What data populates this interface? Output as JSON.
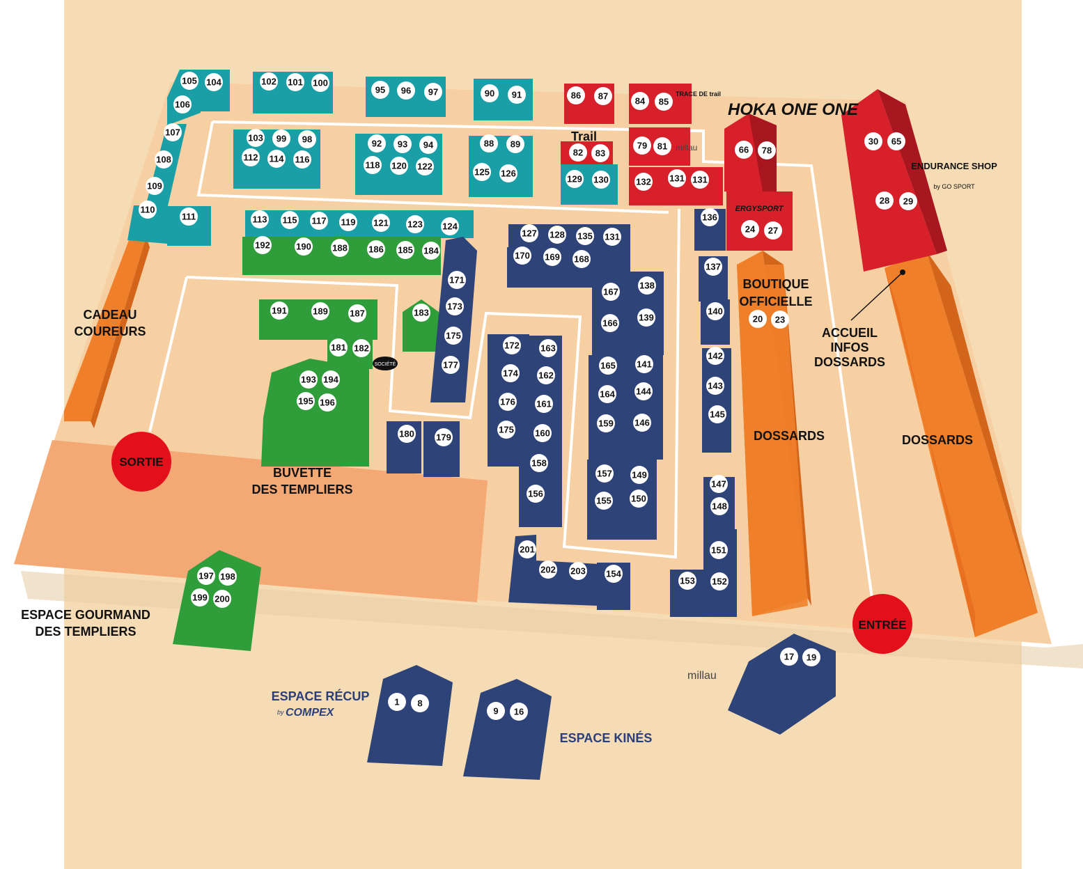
{
  "colors": {
    "page_bg": "#f6dcb4",
    "ground": "#f6cfa3",
    "plaza": "#f4a874",
    "teal": "#1a9fa6",
    "teal_dark": "#117a80",
    "red": "#d8202b",
    "red_dark": "#a8161f",
    "navy": "#2e4378",
    "navy_dark": "#1d2c55",
    "green": "#2f9e3a",
    "green_dark": "#1d7a28",
    "orange": "#f07f2a",
    "orange_dark": "#d3651a",
    "circle_red": "#e3101c",
    "path_white": "#ffffff"
  },
  "labels": {
    "cadeau": [
      "CADEAU",
      "COUREURS"
    ],
    "sortie": "SORTIE",
    "entree": "ENTRÉE",
    "buvette": [
      "BUVETTE",
      "DES TEMPLIERS"
    ],
    "espace_gourmand": [
      "ESPACE GOURMAND",
      "DES TEMPLIERS"
    ],
    "boutique": [
      "BOUTIQUE",
      "OFFICIELLE"
    ],
    "accueil": [
      "ACCUEIL",
      "INFOS",
      "DOSSARDS"
    ],
    "dossards_1": "DOSSARDS",
    "dossards_2": "DOSSARDS",
    "espace_recup": "ESPACE RÉCUP",
    "compex": "COMPEX",
    "compex_by": "by",
    "espace_kines": "ESPACE KINÉS"
  },
  "logos": {
    "hoka": "HOKA ONE ONE",
    "endurance_shop": "ENDURANCE SHOP",
    "endurance_by": "by GO SPORT",
    "ergysport": "ERGYSPORT",
    "trace_de_trail": "TRACE DE trail",
    "trail": "Trail",
    "millau_1": "millau",
    "millau_2": "millau",
    "societe": "SOCIÉTÉ"
  },
  "stands": [
    {
      "id": "s105",
      "n": "105",
      "c": "teal"
    },
    {
      "id": "s104",
      "n": "104",
      "c": "teal"
    },
    {
      "id": "s106",
      "n": "106",
      "c": "teal"
    },
    {
      "id": "s102",
      "n": "102",
      "c": "teal"
    },
    {
      "id": "s101",
      "n": "101",
      "c": "teal"
    },
    {
      "id": "s100",
      "n": "100",
      "c": "teal"
    },
    {
      "id": "s95",
      "n": "95",
      "c": "teal"
    },
    {
      "id": "s96",
      "n": "96",
      "c": "teal"
    },
    {
      "id": "s97",
      "n": "97",
      "c": "teal"
    },
    {
      "id": "s90",
      "n": "90",
      "c": "teal"
    },
    {
      "id": "s91",
      "n": "91",
      "c": "teal"
    },
    {
      "id": "s86",
      "n": "86",
      "c": "red"
    },
    {
      "id": "s87",
      "n": "87",
      "c": "red"
    },
    {
      "id": "s84",
      "n": "84",
      "c": "red"
    },
    {
      "id": "s85",
      "n": "85",
      "c": "red"
    },
    {
      "id": "s107",
      "n": "107",
      "c": "teal"
    },
    {
      "id": "s108",
      "n": "108",
      "c": "teal"
    },
    {
      "id": "s109",
      "n": "109",
      "c": "teal"
    },
    {
      "id": "s110",
      "n": "110",
      "c": "teal"
    },
    {
      "id": "s111",
      "n": "111",
      "c": "teal"
    },
    {
      "id": "s103",
      "n": "103",
      "c": "teal"
    },
    {
      "id": "s99",
      "n": "99",
      "c": "teal"
    },
    {
      "id": "s98",
      "n": "98",
      "c": "teal"
    },
    {
      "id": "s112",
      "n": "112",
      "c": "teal"
    },
    {
      "id": "s114",
      "n": "114",
      "c": "teal"
    },
    {
      "id": "s116",
      "n": "116",
      "c": "teal"
    },
    {
      "id": "s92",
      "n": "92",
      "c": "teal"
    },
    {
      "id": "s93",
      "n": "93",
      "c": "teal"
    },
    {
      "id": "s94",
      "n": "94",
      "c": "teal"
    },
    {
      "id": "s118",
      "n": "118",
      "c": "teal"
    },
    {
      "id": "s120",
      "n": "120",
      "c": "teal"
    },
    {
      "id": "s122",
      "n": "122",
      "c": "teal"
    },
    {
      "id": "s88",
      "n": "88",
      "c": "teal"
    },
    {
      "id": "s89",
      "n": "89",
      "c": "teal"
    },
    {
      "id": "s125",
      "n": "125",
      "c": "teal"
    },
    {
      "id": "s126",
      "n": "126",
      "c": "teal"
    },
    {
      "id": "s82",
      "n": "82",
      "c": "red"
    },
    {
      "id": "s83",
      "n": "83",
      "c": "red"
    },
    {
      "id": "s129",
      "n": "129",
      "c": "teal"
    },
    {
      "id": "s130",
      "n": "130",
      "c": "teal"
    },
    {
      "id": "s79",
      "n": "79",
      "c": "red"
    },
    {
      "id": "s81",
      "n": "81",
      "c": "red"
    },
    {
      "id": "s132",
      "n": "132",
      "c": "red"
    },
    {
      "id": "s131a",
      "n": "131",
      "c": "red"
    },
    {
      "id": "s131b",
      "n": "131",
      "c": "red"
    },
    {
      "id": "s66",
      "n": "66",
      "c": "red"
    },
    {
      "id": "s78",
      "n": "78",
      "c": "red"
    },
    {
      "id": "s24",
      "n": "24",
      "c": "red"
    },
    {
      "id": "s27",
      "n": "27",
      "c": "red"
    },
    {
      "id": "s30",
      "n": "30",
      "c": "red"
    },
    {
      "id": "s65",
      "n": "65",
      "c": "red"
    },
    {
      "id": "s28",
      "n": "28",
      "c": "red"
    },
    {
      "id": "s29",
      "n": "29",
      "c": "red"
    },
    {
      "id": "s113",
      "n": "113",
      "c": "teal"
    },
    {
      "id": "s115",
      "n": "115",
      "c": "teal"
    },
    {
      "id": "s117",
      "n": "117",
      "c": "teal"
    },
    {
      "id": "s119",
      "n": "119",
      "c": "teal"
    },
    {
      "id": "s121",
      "n": "121",
      "c": "teal"
    },
    {
      "id": "s123",
      "n": "123",
      "c": "teal"
    },
    {
      "id": "s124",
      "n": "124",
      "c": "teal"
    },
    {
      "id": "s192",
      "n": "192",
      "c": "green"
    },
    {
      "id": "s190",
      "n": "190",
      "c": "green"
    },
    {
      "id": "s188",
      "n": "188",
      "c": "green"
    },
    {
      "id": "s186",
      "n": "186",
      "c": "green"
    },
    {
      "id": "s185",
      "n": "185",
      "c": "green"
    },
    {
      "id": "s184",
      "n": "184",
      "c": "green"
    },
    {
      "id": "s191",
      "n": "191",
      "c": "green"
    },
    {
      "id": "s189",
      "n": "189",
      "c": "green"
    },
    {
      "id": "s187",
      "n": "187",
      "c": "green"
    },
    {
      "id": "s183",
      "n": "183",
      "c": "green"
    },
    {
      "id": "s181",
      "n": "181",
      "c": "green"
    },
    {
      "id": "s182",
      "n": "182",
      "c": "green"
    },
    {
      "id": "s193",
      "n": "193",
      "c": "green"
    },
    {
      "id": "s194",
      "n": "194",
      "c": "green"
    },
    {
      "id": "s195",
      "n": "195",
      "c": "green"
    },
    {
      "id": "s196",
      "n": "196",
      "c": "green"
    },
    {
      "id": "s197",
      "n": "197",
      "c": "green"
    },
    {
      "id": "s198",
      "n": "198",
      "c": "green"
    },
    {
      "id": "s199",
      "n": "199",
      "c": "green"
    },
    {
      "id": "s200",
      "n": "200",
      "c": "green"
    },
    {
      "id": "s171",
      "n": "171",
      "c": "navy"
    },
    {
      "id": "s173",
      "n": "173",
      "c": "navy"
    },
    {
      "id": "s175a",
      "n": "175",
      "c": "navy"
    },
    {
      "id": "s177",
      "n": "177",
      "c": "navy"
    },
    {
      "id": "s127",
      "n": "127",
      "c": "navy"
    },
    {
      "id": "s128",
      "n": "128",
      "c": "navy"
    },
    {
      "id": "s135",
      "n": "135",
      "c": "navy"
    },
    {
      "id": "s131c",
      "n": "131",
      "c": "navy"
    },
    {
      "id": "s170",
      "n": "170",
      "c": "navy"
    },
    {
      "id": "s169",
      "n": "169",
      "c": "navy"
    },
    {
      "id": "s168",
      "n": "168",
      "c": "navy"
    },
    {
      "id": "s167",
      "n": "167",
      "c": "navy"
    },
    {
      "id": "s166",
      "n": "166",
      "c": "navy"
    },
    {
      "id": "s138",
      "n": "138",
      "c": "navy"
    },
    {
      "id": "s139",
      "n": "139",
      "c": "navy"
    },
    {
      "id": "s136",
      "n": "136",
      "c": "navy"
    },
    {
      "id": "s137",
      "n": "137",
      "c": "navy"
    },
    {
      "id": "s140",
      "n": "140",
      "c": "navy"
    },
    {
      "id": "s142",
      "n": "142",
      "c": "navy"
    },
    {
      "id": "s143",
      "n": "143",
      "c": "navy"
    },
    {
      "id": "s145",
      "n": "145",
      "c": "navy"
    },
    {
      "id": "s172",
      "n": "172",
      "c": "navy"
    },
    {
      "id": "s174",
      "n": "174",
      "c": "navy"
    },
    {
      "id": "s176",
      "n": "176",
      "c": "navy"
    },
    {
      "id": "s175b",
      "n": "175",
      "c": "navy"
    },
    {
      "id": "s163",
      "n": "163",
      "c": "navy"
    },
    {
      "id": "s162",
      "n": "162",
      "c": "navy"
    },
    {
      "id": "s161",
      "n": "161",
      "c": "navy"
    },
    {
      "id": "s160",
      "n": "160",
      "c": "navy"
    },
    {
      "id": "s158",
      "n": "158",
      "c": "navy"
    },
    {
      "id": "s156",
      "n": "156",
      "c": "navy"
    },
    {
      "id": "s165",
      "n": "165",
      "c": "navy"
    },
    {
      "id": "s164",
      "n": "164",
      "c": "navy"
    },
    {
      "id": "s159",
      "n": "159",
      "c": "navy"
    },
    {
      "id": "s141",
      "n": "141",
      "c": "navy"
    },
    {
      "id": "s144",
      "n": "144",
      "c": "navy"
    },
    {
      "id": "s146",
      "n": "146",
      "c": "navy"
    },
    {
      "id": "s157",
      "n": "157",
      "c": "navy"
    },
    {
      "id": "s155",
      "n": "155",
      "c": "navy"
    },
    {
      "id": "s149",
      "n": "149",
      "c": "navy"
    },
    {
      "id": "s150",
      "n": "150",
      "c": "navy"
    },
    {
      "id": "s147",
      "n": "147",
      "c": "navy"
    },
    {
      "id": "s148",
      "n": "148",
      "c": "navy"
    },
    {
      "id": "s151",
      "n": "151",
      "c": "navy"
    },
    {
      "id": "s152",
      "n": "152",
      "c": "navy"
    },
    {
      "id": "s153",
      "n": "153",
      "c": "navy"
    },
    {
      "id": "s180",
      "n": "180",
      "c": "navy"
    },
    {
      "id": "s179",
      "n": "179",
      "c": "navy"
    },
    {
      "id": "s201",
      "n": "201",
      "c": "navy"
    },
    {
      "id": "s202",
      "n": "202",
      "c": "navy"
    },
    {
      "id": "s203",
      "n": "203",
      "c": "navy"
    },
    {
      "id": "s154",
      "n": "154",
      "c": "navy"
    },
    {
      "id": "s20",
      "n": "20",
      "c": "orange"
    },
    {
      "id": "s23",
      "n": "23",
      "c": "orange"
    },
    {
      "id": "s17",
      "n": "17",
      "c": "navy"
    },
    {
      "id": "s19",
      "n": "19",
      "c": "navy"
    },
    {
      "id": "s1",
      "n": "1",
      "c": "navy"
    },
    {
      "id": "s8",
      "n": "8",
      "c": "navy"
    },
    {
      "id": "s9",
      "n": "9",
      "c": "navy"
    },
    {
      "id": "s16",
      "n": "16",
      "c": "navy"
    }
  ]
}
